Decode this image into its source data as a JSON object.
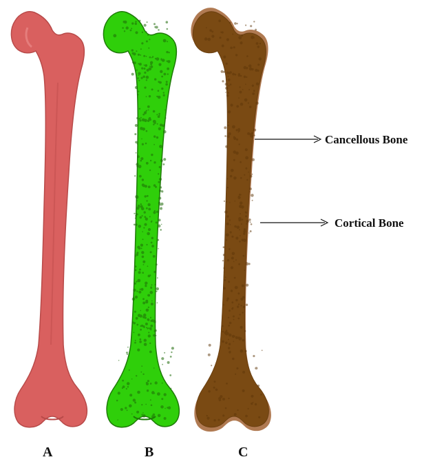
{
  "panels": [
    {
      "label": "A",
      "color": "#d9605f"
    },
    {
      "label": "B",
      "color": "#2fcf0a"
    },
    {
      "label": "C",
      "color": "#7a4a13"
    }
  ],
  "annotations": [
    {
      "label": "Cancellous Bone"
    },
    {
      "label": "Cortical Bone"
    }
  ],
  "colors": {
    "cortical_outer": "#b07a52",
    "cancellous_inner": "#7a4a13",
    "bone_a": "#d9605f",
    "bone_b": "#2fcf0a"
  }
}
